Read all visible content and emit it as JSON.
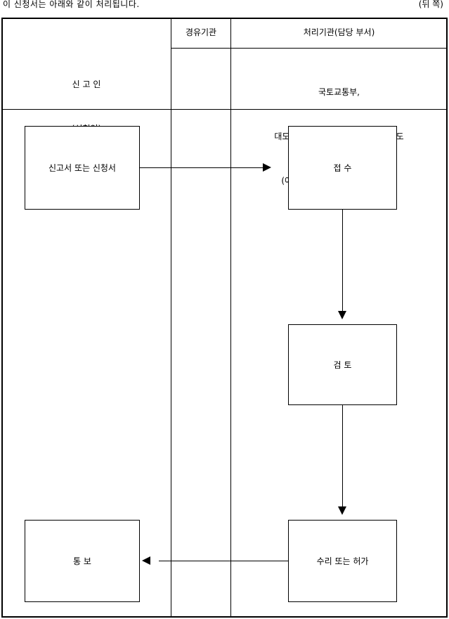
{
  "caption": "이 신청서는 아래와 같이 처리됩니다.",
  "page_note": "(뒤 쪽)",
  "columns": {
    "applicant": {
      "line1": "신 고 인",
      "line2": "(신청인)"
    },
    "via": {
      "title": "경유기관"
    },
    "processing": {
      "title": "처리기관(담당 부서)",
      "line1": "국토교통부,",
      "line2": "대도시권광역교통위원회 또는 시ㆍ도",
      "line3": "(여객자동차 운수사업 담당 부서)"
    }
  },
  "steps": {
    "application": "신고서 또는 신청서",
    "receipt": "접 수",
    "review": "검 토",
    "approval": "수리 또는 허가",
    "notice": "통 보"
  }
}
